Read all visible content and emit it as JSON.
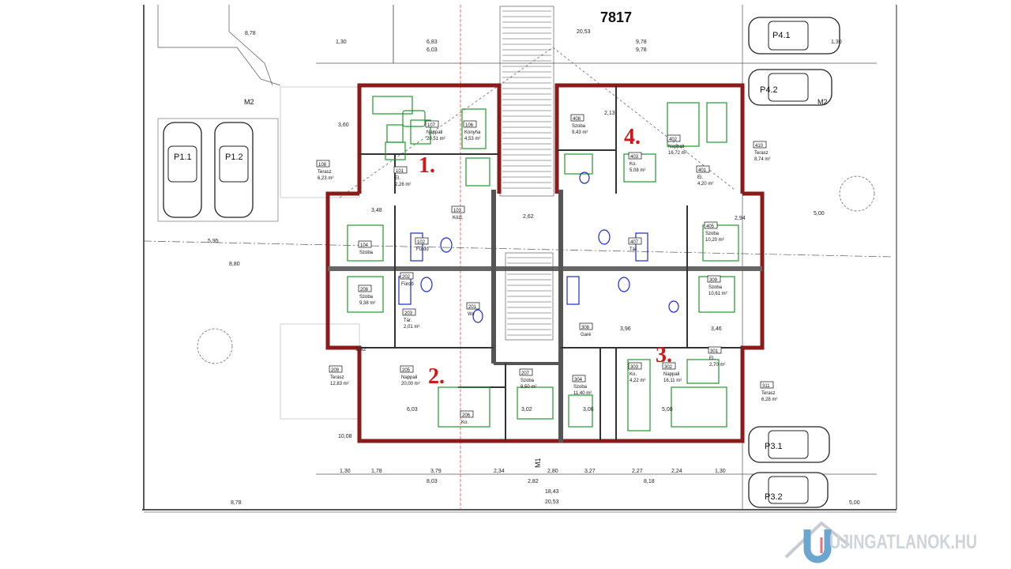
{
  "plot_number": "7817",
  "units": [
    "1.",
    "2.",
    "3.",
    "4."
  ],
  "parking": [
    "P1.1",
    "P1.2",
    "P4.1",
    "P4.2",
    "P3.1",
    "P3.2"
  ],
  "markers": [
    "M1",
    "M2",
    "M2"
  ],
  "rooms": [
    {
      "no": "107",
      "name": "Nappali",
      "area": "20,51 m²"
    },
    {
      "no": "106",
      "name": "Konyha",
      "area": "4,53 m²"
    },
    {
      "no": "101",
      "name": "El.",
      "area": "2,26 m²"
    },
    {
      "no": "108",
      "name": "Terasz",
      "area": "6,23 m²"
    },
    {
      "no": "104",
      "name": "Szoba",
      "area": ""
    },
    {
      "no": "102",
      "name": "Fürdő",
      "area": ""
    },
    {
      "no": "103",
      "name": "Közl.",
      "area": ""
    },
    {
      "no": "208",
      "name": "Szoba",
      "area": "9,38 m²"
    },
    {
      "no": "202",
      "name": "Fürdő",
      "area": ""
    },
    {
      "no": "203",
      "name": "Tár.",
      "area": "2,01 m²"
    },
    {
      "no": "201",
      "name": "Wc",
      "area": ""
    },
    {
      "no": "205",
      "name": "Nappali",
      "area": "20,00 m²"
    },
    {
      "no": "206",
      "name": "Ko.",
      "area": ""
    },
    {
      "no": "207",
      "name": "Szoba",
      "area": "9,50 m²"
    },
    {
      "no": "209",
      "name": "Terasz",
      "area": "12,83 m²"
    },
    {
      "no": "408",
      "name": "Szoba",
      "area": "9,43 m²"
    },
    {
      "no": "402",
      "name": "Nappali",
      "area": "16,72 m²"
    },
    {
      "no": "403",
      "name": "Ko.",
      "area": "5,08 m²"
    },
    {
      "no": "401",
      "name": "El.",
      "area": "4,20 m²"
    },
    {
      "no": "410",
      "name": "Terasz",
      "area": "8,74 m²"
    },
    {
      "no": "405",
      "name": "Szoba",
      "area": "10,20 m²"
    },
    {
      "no": "407",
      "name": "Tár.",
      "area": ""
    },
    {
      "no": "309",
      "name": "Szoba",
      "area": "10,61 m²"
    },
    {
      "no": "308",
      "name": "Garé",
      "area": ""
    },
    {
      "no": "304",
      "name": "Szoba",
      "area": "11,40 m²"
    },
    {
      "no": "303",
      "name": "Ko.",
      "area": "4,22 m²"
    },
    {
      "no": "302",
      "name": "Nappali",
      "area": "16,11 m²"
    },
    {
      "no": "301",
      "name": "El.",
      "area": "2,70 m²"
    },
    {
      "no": "311",
      "name": "Terasz",
      "area": "6,28 m²"
    }
  ],
  "dimensions": {
    "top_total": "20,53",
    "bottom_total": "20,53",
    "left_outer": "8,78",
    "left_outer_bottom": "8,78",
    "top_row": [
      "1,30",
      "6,83",
      "9,78",
      "1,30"
    ],
    "top_row2": [
      "6,03",
      "9,78"
    ],
    "bottom_row": [
      "1,30",
      "1,78",
      "3,79",
      "2,34",
      "2,80",
      "3,27",
      "2,27",
      "2,24",
      "1,30"
    ],
    "bottom_row2": [
      "8,03",
      "2,82",
      "8,18"
    ],
    "bottom_total2": "18,43",
    "right_side": [
      "5,00",
      "5,00"
    ],
    "left_side": [
      "5,95",
      "8,80",
      "10,08"
    ],
    "inner": [
      "2,13",
      "3,60",
      "3,48",
      "2,62",
      "2,94",
      "6,03",
      "3,02",
      "3,06",
      "5,08",
      "3,96",
      "3,46",
      "1,42"
    ]
  },
  "watermark": "UJINGATLANOK.HU",
  "colors": {
    "wall": "#8b1a1a",
    "furniture": "#1f9a2a",
    "sanitary": "#1a2bd0",
    "unit_number": "#d01818",
    "axis": "#e03030"
  }
}
